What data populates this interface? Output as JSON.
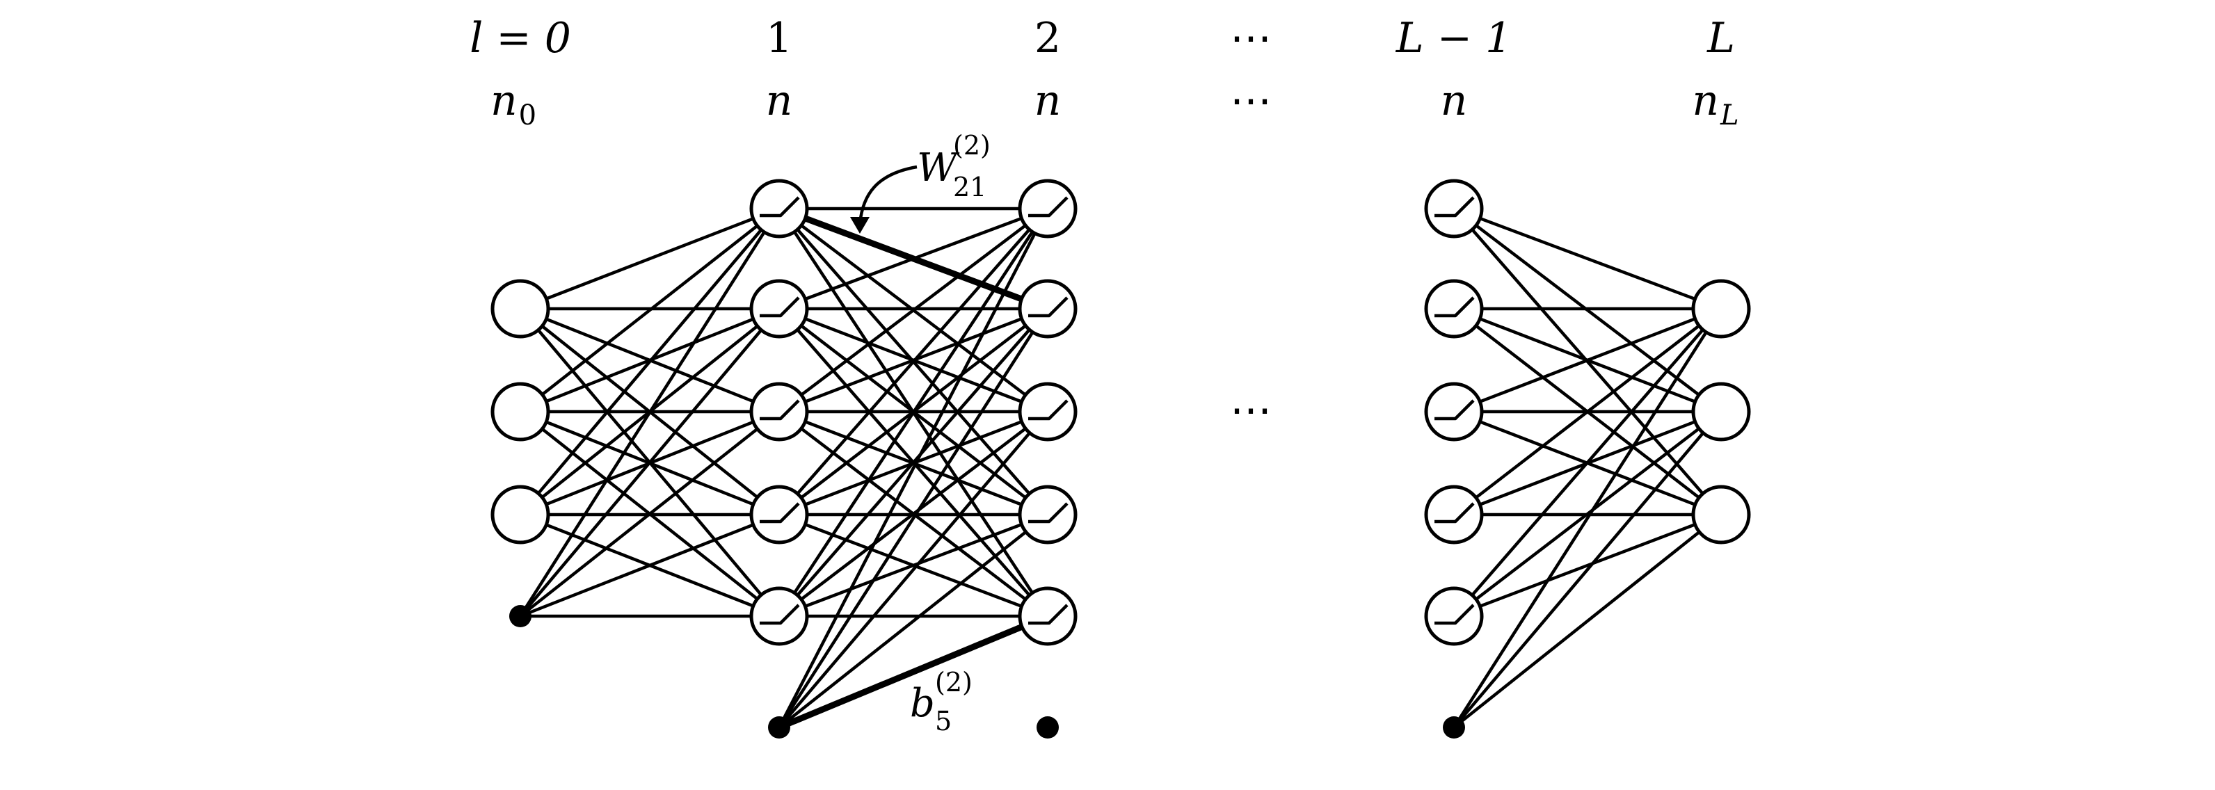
{
  "headers": {
    "layers": [
      {
        "index": "l = 0",
        "width": "n",
        "width_sub": "0"
      },
      {
        "index": "1",
        "width": "n",
        "width_sub": ""
      },
      {
        "index": "2",
        "width": "n",
        "width_sub": ""
      },
      {
        "index": "⋯",
        "width": "⋯",
        "width_sub": ""
      },
      {
        "index": "L − 1",
        "width": "n",
        "width_sub": ""
      },
      {
        "index": "L",
        "width": "n",
        "width_sub": "L"
      }
    ]
  },
  "gap_ellipsis": "⋯",
  "annotations": {
    "weight": {
      "symbol": "W",
      "subscript": "21",
      "superscript": "(2)"
    },
    "bias": {
      "symbol": "b",
      "subscript": "5",
      "superscript": "(2)"
    }
  },
  "network": {
    "columns": [
      {
        "name": "input",
        "neurons": 3,
        "activation": false,
        "bias_node": true
      },
      {
        "name": "hidden-1",
        "neurons": 5,
        "activation": true,
        "bias_node": true
      },
      {
        "name": "hidden-2",
        "neurons": 5,
        "activation": true,
        "bias_node": true
      },
      {
        "name": "hidden-last",
        "neurons": 5,
        "activation": true,
        "bias_node": true
      },
      {
        "name": "output",
        "neurons": 3,
        "activation": false,
        "bias_node": false
      }
    ],
    "connections": [
      {
        "from": "input",
        "to": "hidden-1"
      },
      {
        "from": "hidden-1",
        "to": "hidden-2"
      },
      {
        "from": "hidden-last",
        "to": "output"
      }
    ],
    "highlighted_weight": {
      "from_column": "hidden-1",
      "from_neuron": 1,
      "to_column": "hidden-2",
      "to_neuron": 2
    },
    "highlighted_bias": {
      "from_column": "hidden-1",
      "to_column": "hidden-2",
      "to_neuron": 5
    }
  }
}
